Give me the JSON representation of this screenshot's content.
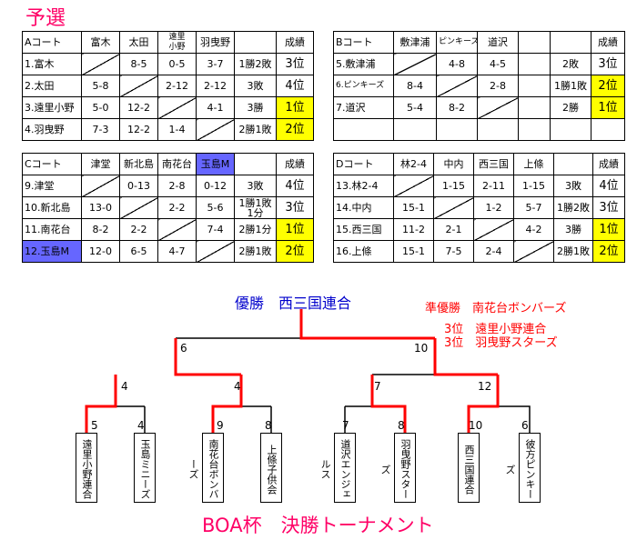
{
  "title": "予選",
  "groups": {
    "a": {
      "header": [
        "Aコート",
        "富木",
        "太田",
        "遠里\n小野",
        "羽曳野",
        "",
        "成績"
      ],
      "rows": [
        {
          "name": "1.富木",
          "cells": [
            "",
            "8-5",
            "0-5",
            "3-7",
            "1勝2敗",
            "3位"
          ]
        },
        {
          "name": "2.太田",
          "cells": [
            "5-8",
            "",
            "2-12",
            "2-12",
            "3敗",
            "4位"
          ]
        },
        {
          "name": "3.遠里小野",
          "cells": [
            "5-0",
            "12-2",
            "",
            "4-1",
            "3勝",
            "1位"
          ]
        },
        {
          "name": "4.羽曳野",
          "cells": [
            "7-3",
            "12-2",
            "1-4",
            "",
            "2勝1敗",
            "2位"
          ]
        }
      ]
    },
    "b": {
      "header": [
        "Bコート",
        "敷津浦",
        "ピンキーズ",
        "道沢",
        "",
        "",
        "成績"
      ],
      "rows": [
        {
          "name": "5.敷津浦",
          "cells": [
            "",
            "4-8",
            "4-5",
            "",
            "2敗",
            "3位"
          ]
        },
        {
          "name": "6.ピンキーズ",
          "cells": [
            "8-4",
            "",
            "2-8",
            "",
            "1勝1敗",
            "2位"
          ]
        },
        {
          "name": "7.道沢",
          "cells": [
            "5-4",
            "8-2",
            "",
            "",
            "2勝",
            "1位"
          ]
        },
        {
          "name": "",
          "cells": [
            "",
            "",
            "",
            "",
            "",
            ""
          ]
        }
      ]
    },
    "c": {
      "header": [
        "Cコート",
        "津堂",
        "新北島",
        "南花台",
        "玉島M",
        "",
        "成績"
      ],
      "rows": [
        {
          "name": "9.津堂",
          "cells": [
            "",
            "0-13",
            "2-8",
            "0-12",
            "3敗",
            "4位"
          ]
        },
        {
          "name": "10.新北島",
          "cells": [
            "13-0",
            "",
            "2-2",
            "5-6",
            "1勝1敗\n1分",
            "3位"
          ]
        },
        {
          "name": "11.南花台",
          "cells": [
            "8-2",
            "2-2",
            "",
            "7-4",
            "2勝1分",
            "1位"
          ]
        },
        {
          "name": "12.玉島M",
          "cells": [
            "12-0",
            "6-5",
            "4-7",
            "",
            "2勝1敗",
            "2位"
          ]
        }
      ]
    },
    "d": {
      "header": [
        "Dコート",
        "林2-4",
        "中内",
        "西三国",
        "上條",
        "",
        "成績"
      ],
      "rows": [
        {
          "name": "13.林2-4",
          "cells": [
            "",
            "1-15",
            "2-11",
            "1-15",
            "3敗",
            "4位"
          ]
        },
        {
          "name": "14.中内",
          "cells": [
            "15-1",
            "",
            "1-2",
            "5-7",
            "1勝2敗",
            "3位"
          ]
        },
        {
          "name": "15.西三国",
          "cells": [
            "11-2",
            "2-1",
            "",
            "4-2",
            "3勝",
            "1位"
          ]
        },
        {
          "name": "16.上條",
          "cells": [
            "15-1",
            "7-5",
            "2-4",
            "",
            "2勝1敗",
            "2位"
          ]
        }
      ]
    }
  },
  "results": {
    "champion": "優勝　西三国連合",
    "runner_up": "準優勝　南花台ボンバーズ",
    "third_1": "3位　遠里小野連合",
    "third_2": "3位　羽曳野スターズ"
  },
  "bracket": {
    "final_scores": [
      "6",
      "10"
    ],
    "semi_scores": [
      "4",
      "4",
      "7",
      "12"
    ],
    "first_scores": [
      "5",
      "4",
      "9",
      "8",
      "7",
      "8",
      "10",
      "6"
    ],
    "teams": [
      "遠里小野連合",
      "玉島ミニーズ",
      "南花台ボンバーズ",
      "上條子供会",
      "道沢エンジェルス",
      "羽曳野スターズ",
      "西三国連合",
      "彼方ピンキーズ"
    ],
    "win_color": "#ff0000"
  },
  "footer": "BOA杯　決勝トーナメント"
}
